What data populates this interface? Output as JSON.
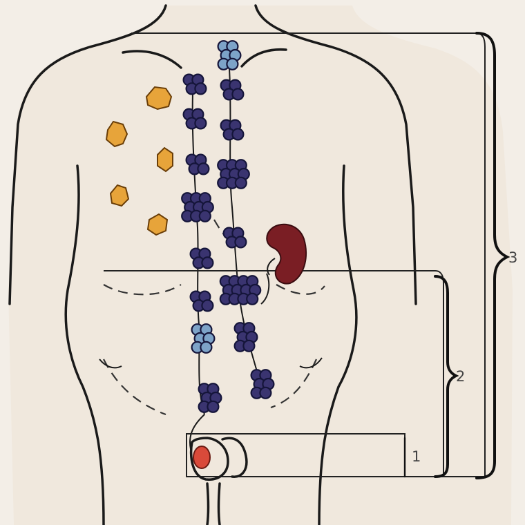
{
  "figure": {
    "labels": {
      "region_1": "1",
      "region_2": "2",
      "region_3": "3"
    },
    "colors": {
      "background": "#f3eee7",
      "skin": "#f0e8dd",
      "node_fill": "#3a3470",
      "node_fill_light": "#7da3c8",
      "metastasis": "#e7a43a",
      "kidney": "#7a1e24",
      "testis": "#d94a3a",
      "outline": "#1a1a1a"
    }
  }
}
